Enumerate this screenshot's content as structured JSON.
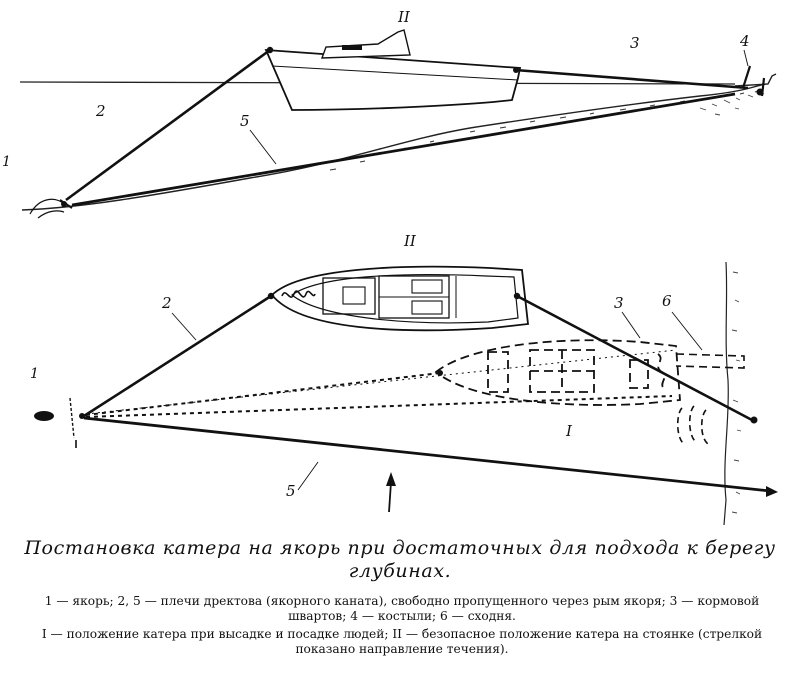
{
  "figure": {
    "side_view": {
      "position_label": "II",
      "labels": {
        "l2": "2",
        "l3": "3",
        "l4": "4",
        "l5": "5",
        "l1": "1"
      }
    },
    "top_view": {
      "position_label_top": "II",
      "position_label_bottom": "I",
      "labels": {
        "l1": "1",
        "l2": "2",
        "l3": "3",
        "l5": "5",
        "l6": "6"
      }
    }
  },
  "caption": {
    "title": "Постановка катера на якорь при достаточных для подхода к берегу глубинах.",
    "legend_line1": "1 — якорь; 2, 5 — плечи дректова (якорного каната), свободно пропущенного через рым якоря; 3 — кормовой швартов; 4 — костыли; 6 — сходня.",
    "legend_line2": "I — положение катера при высадке и посадке людей; II — безопасное положение катера на стоянке (стрелкой показано направление течения)."
  }
}
